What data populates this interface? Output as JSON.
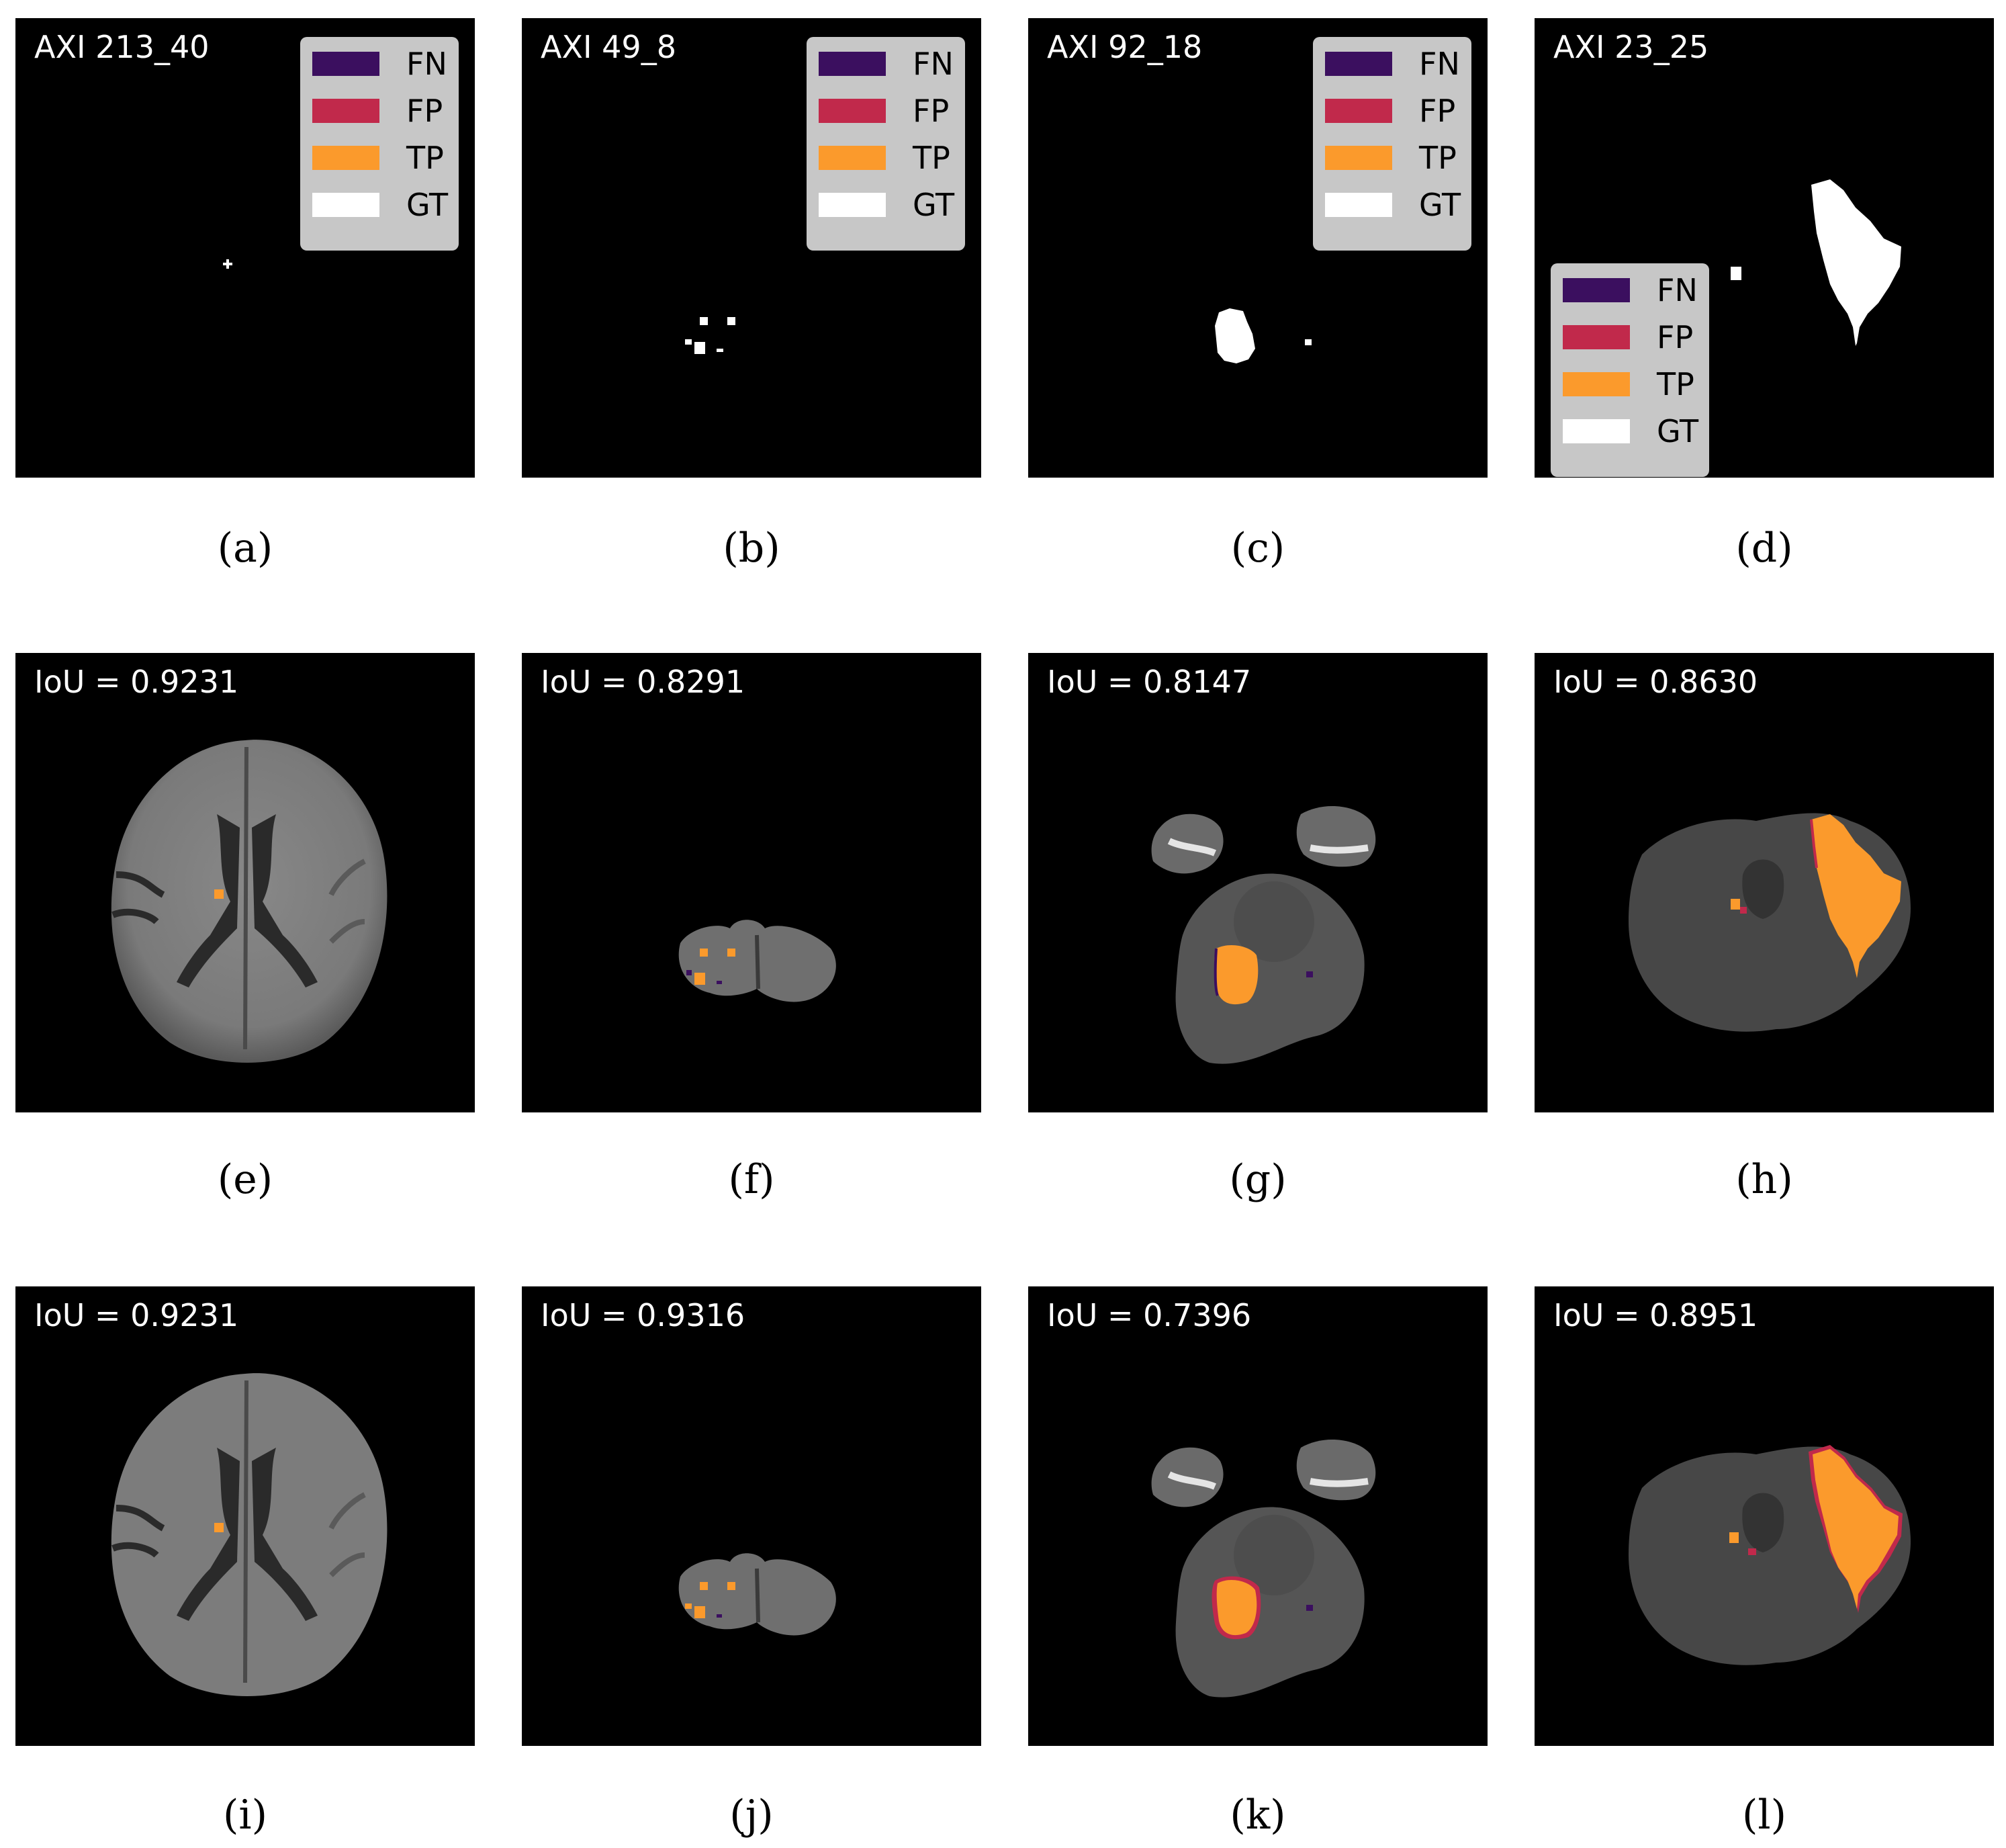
{
  "legend": {
    "items": [
      {
        "label": "FN",
        "color": "#3b0f5f"
      },
      {
        "label": "FP",
        "color": "#c1294b"
      },
      {
        "label": "TP",
        "color": "#fb9a2c"
      },
      {
        "label": "GT",
        "color": "#ffffff"
      }
    ]
  },
  "panels": [
    {
      "title": "AXI 213_40",
      "caption": "(a)"
    },
    {
      "title": "AXI 49_8",
      "caption": "(b)"
    },
    {
      "title": "AXI 92_18",
      "caption": "(c)"
    },
    {
      "title": "AXI 23_25",
      "caption": "(d)"
    },
    {
      "title": "IoU = 0.9231",
      "caption": "(e)"
    },
    {
      "title": "IoU = 0.8291",
      "caption": "(f)"
    },
    {
      "title": "IoU = 0.8147",
      "caption": "(g)"
    },
    {
      "title": "IoU = 0.8630",
      "caption": "(h)"
    },
    {
      "title": "IoU = 0.9231",
      "caption": "(i)"
    },
    {
      "title": "IoU = 0.9316",
      "caption": "(j)"
    },
    {
      "title": "IoU = 0.7396",
      "caption": "(k)"
    },
    {
      "title": "IoU = 0.8951",
      "caption": "(l)"
    }
  ],
  "colors": {
    "panel_bg": "#000000",
    "tp": "#fb9a2c",
    "fp": "#c1294b",
    "fn": "#3b0f5f",
    "gt": "#ffffff",
    "tissue": "#8a8a8a"
  }
}
